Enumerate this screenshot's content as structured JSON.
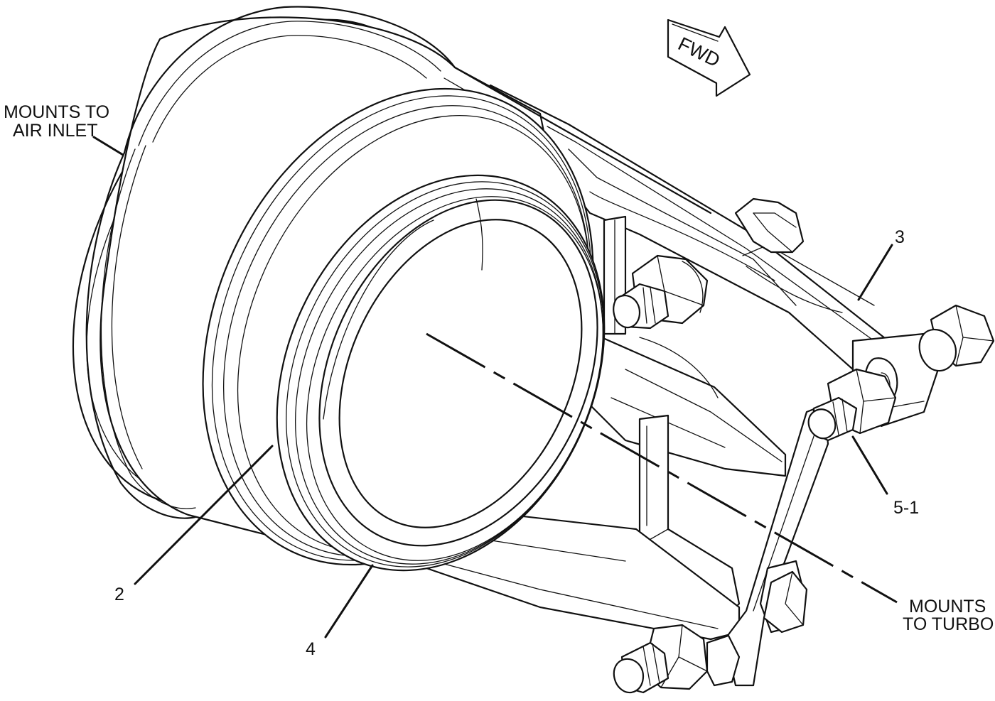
{
  "labels": {
    "mounts_air_inlet_line1": "MOUNTS TO",
    "mounts_air_inlet_line2": "AIR INLET",
    "mounts_turbo_line1": "MOUNTS",
    "mounts_turbo_line2": "TO TURBO",
    "fwd_arrow": "FWD",
    "item_2": "2",
    "item_3": "3",
    "item_4": "4",
    "item_5_1": "5-1"
  },
  "colors": {
    "line": "#111111",
    "background": "#ffffff"
  }
}
